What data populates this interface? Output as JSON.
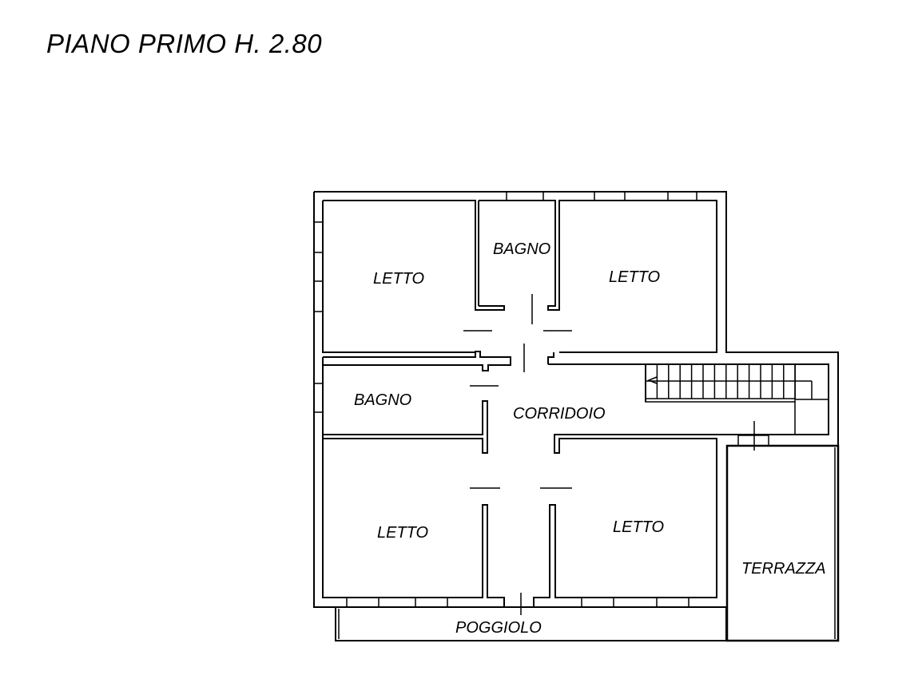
{
  "title": "PIANO PRIMO H. 2.80",
  "rooms": {
    "letto_top_left": "LETTO",
    "bagno_top": "BAGNO",
    "letto_top_right": "LETTO",
    "bagno_left": "BAGNO",
    "corridoio": "CORRIDOIO",
    "letto_bottom_left": "LETTO",
    "letto_bottom_right": "LETTO",
    "terrazza": "TERRAZZA",
    "poggiolo": "POGGIOLO"
  },
  "colors": {
    "line": "#000000",
    "background": "#ffffff"
  }
}
